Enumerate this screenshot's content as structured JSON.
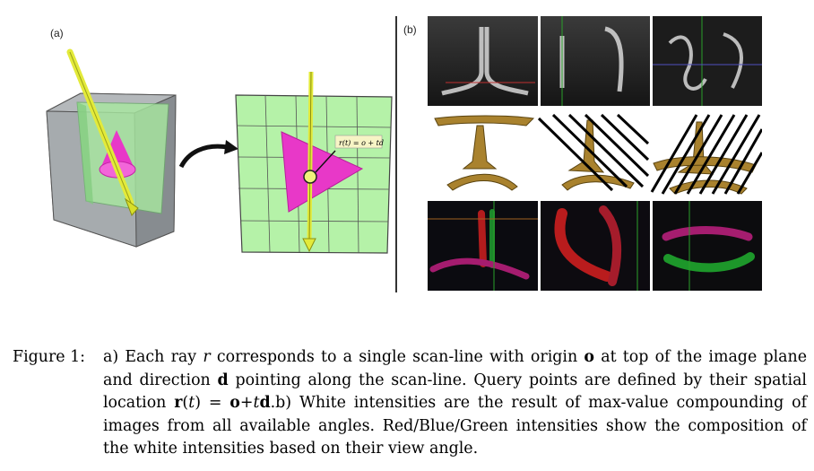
{
  "panel_a": {
    "label": "(a)",
    "equation": "r(t) = o + td"
  },
  "panel_b": {
    "label": "(b)",
    "rows": [
      {
        "name": "white-intensity-row",
        "tiles": 3
      },
      {
        "name": "3d-reconstruction-row",
        "tiles": 3
      },
      {
        "name": "rgb-composition-row",
        "tiles": 3
      }
    ]
  },
  "caption": {
    "label": "Figure 1:",
    "parts": [
      "a) Each ray ",
      "r",
      " corresponds to a single scan-line with origin ",
      "o",
      " at top of the image plane and direction ",
      "d",
      " pointing along the scan-line. Query points are defined by their spatial location ",
      "r",
      "(",
      "t",
      ") = ",
      "o",
      "+",
      "t",
      "d",
      ".b) White intensities are the result of max-value compounding of images from all available angles. Red/Blue/Green intensities show the composition of the white intensities based on their view angle."
    ]
  }
}
